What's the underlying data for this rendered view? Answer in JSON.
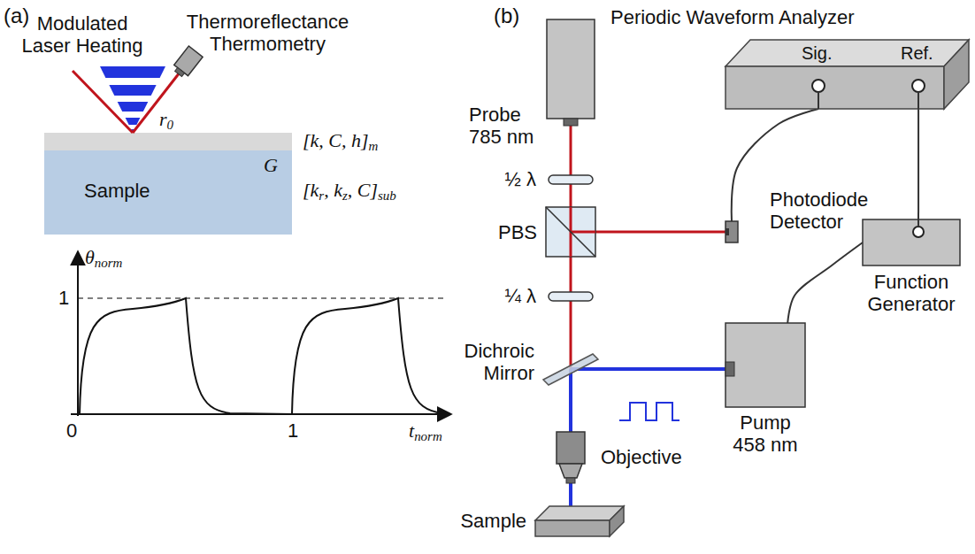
{
  "diagram": {
    "nodes": [
      {
        "text": [
          "Sample"
        ]
      },
      {
        "text": [
          "Probe 785 nm"
        ]
      },
      {
        "text": [
          "Periodic Waveform Analyzer",
          "Sig.",
          "Ref."
        ]
      },
      {
        "text": [
          "½ λ"
        ]
      },
      {
        "text": [
          "PBS"
        ]
      },
      {
        "text": [
          "Photodiode Detector"
        ]
      },
      {
        "text": [
          "Function Generator"
        ]
      },
      {
        "text": [
          "¼ λ"
        ]
      },
      {
        "text": [
          "Dichroic Mirror"
        ]
      },
      {
        "text": [
          "Pump 458 nm"
        ]
      },
      {
        "text": [
          "Objective"
        ]
      },
      {
        "text": [
          "Sample"
        ]
      }
    ],
    "edges": [
      {
        "from": 5,
        "to": 2,
        "arrow": "none"
      },
      {
        "from": 6,
        "to": 2,
        "arrow": "none"
      },
      {
        "from": 6,
        "to": 9,
        "arrow": "none"
      },
      {
        "from": 1,
        "to": 3,
        "arrow": "none"
      },
      {
        "from": 3,
        "to": 4,
        "arrow": "none"
      },
      {
        "from": 4,
        "to": 5,
        "arrow": "none"
      },
      {
        "from": 4,
        "to": 7,
        "arrow": "none"
      },
      {
        "from": 7,
        "to": 8,
        "arrow": "none"
      },
      {
        "from": 9,
        "to": 8,
        "arrow": "none"
      },
      {
        "from": 8,
        "to": 10,
        "arrow": "none"
      },
      {
        "from": 10,
        "to": 11,
        "arrow": "none"
      }
    ],
    "labels": [
      "(a)",
      "Modulated Laser Heating",
      "Thermoreflectance Thermometry",
      "r",
      "0",
      "[k, C, h]",
      "m",
      "G",
      "[k",
      "r",
      ", k",
      "z",
      ", C]",
      "sub",
      "θ",
      "norm",
      "1",
      "0",
      "1",
      "t",
      "norm",
      "(b)"
    ]
  }
}
